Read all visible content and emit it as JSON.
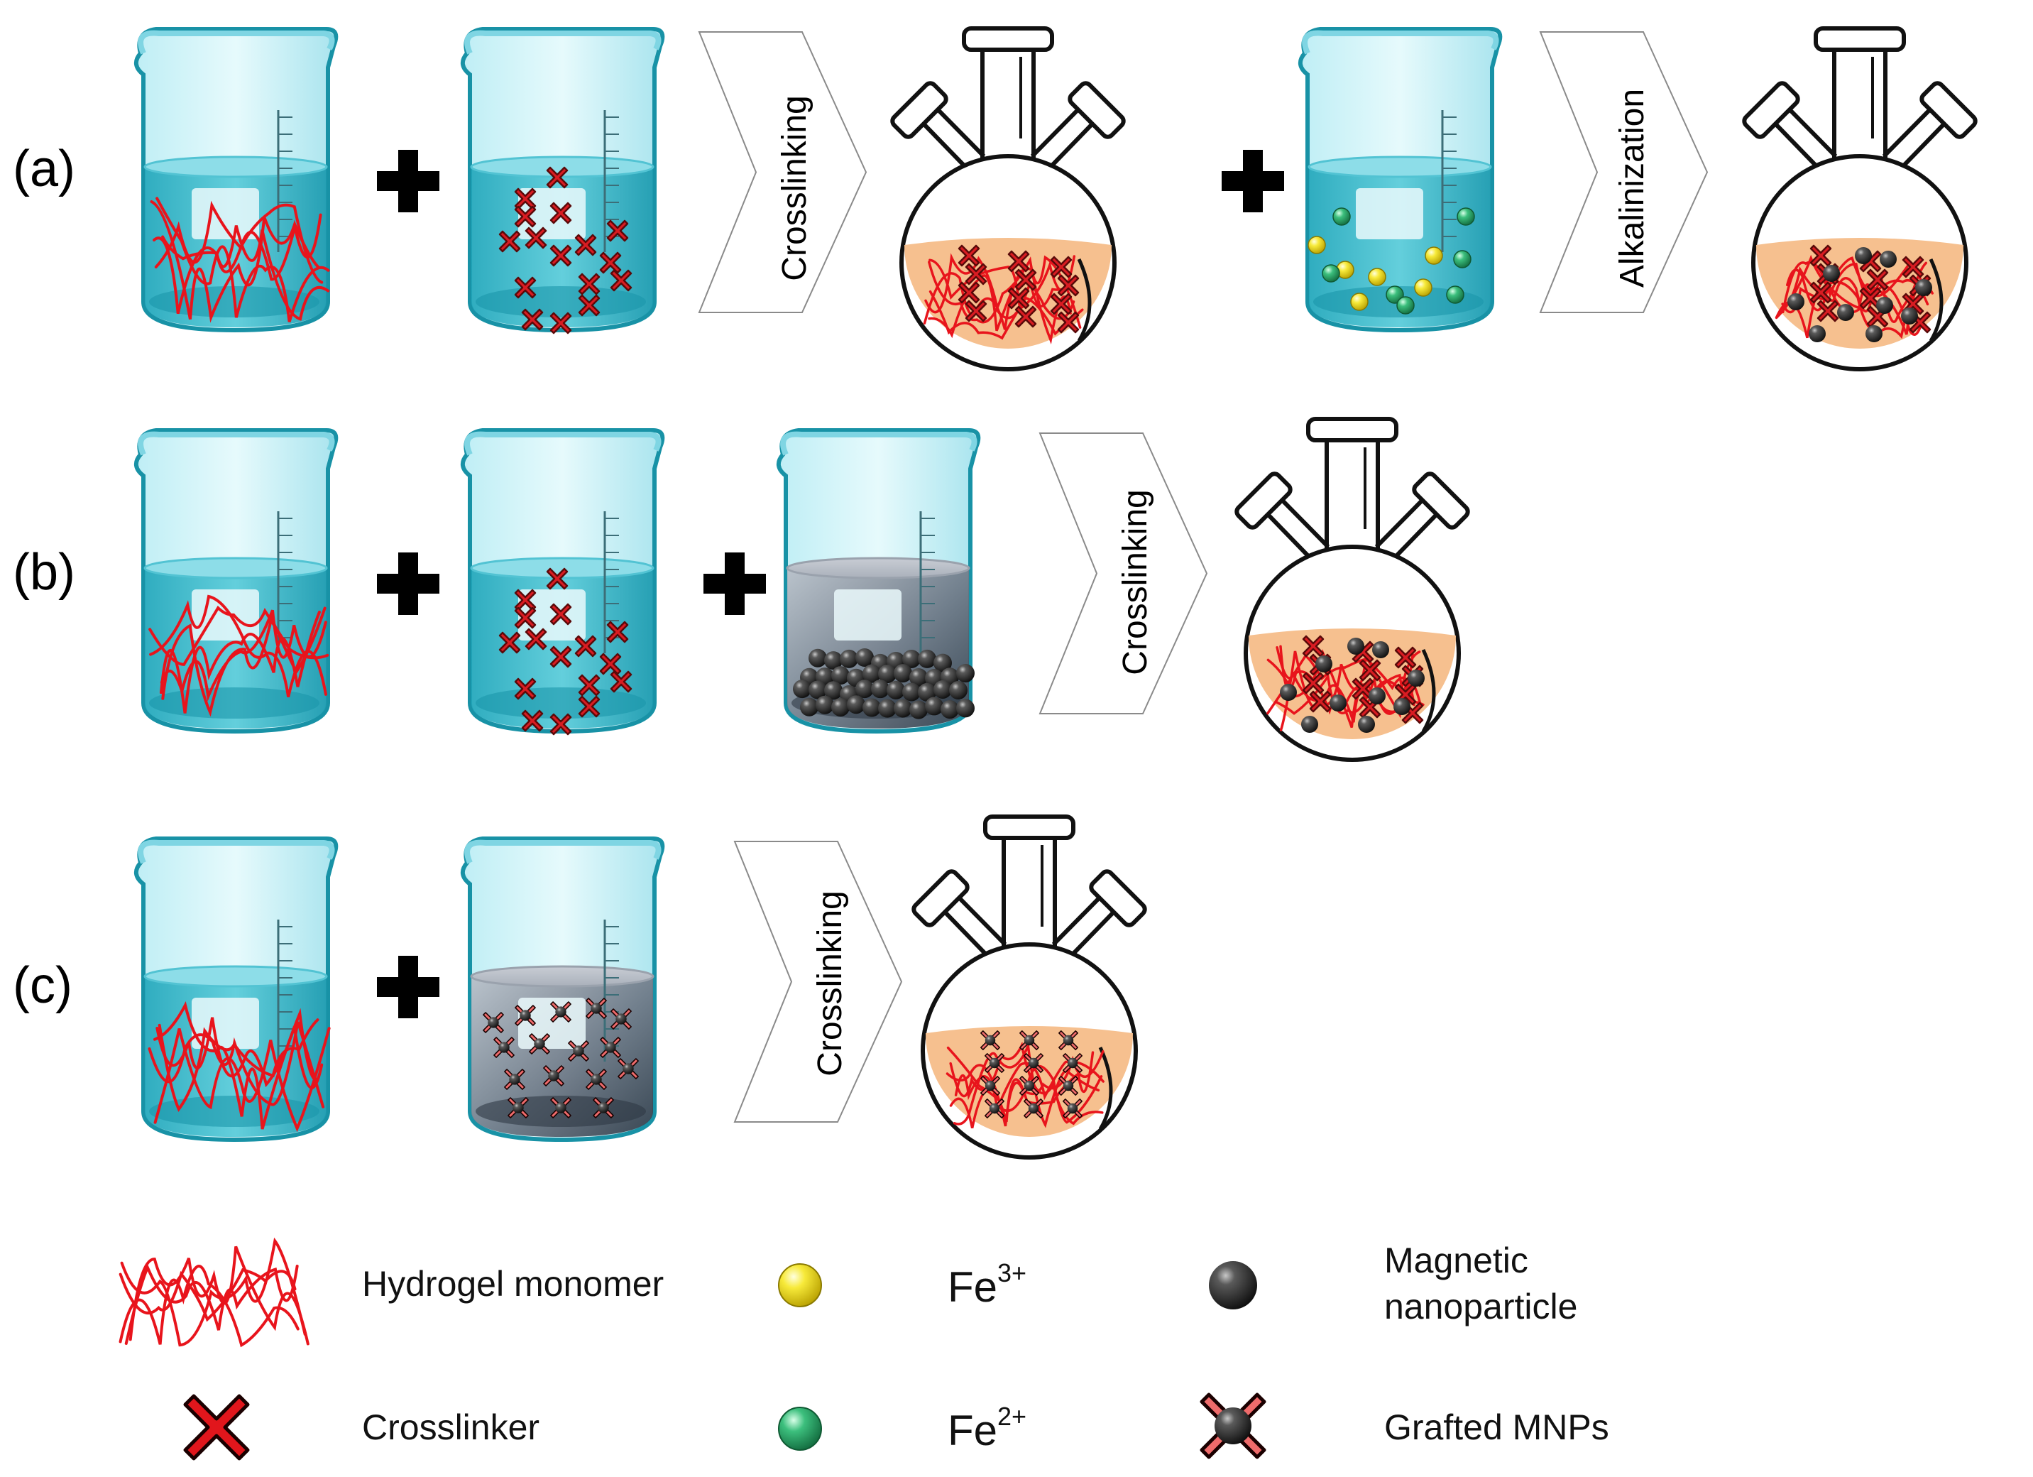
{
  "rows": [
    {
      "label": "(a)",
      "steps": [
        "Crosslinking",
        "Alkalinization"
      ]
    },
    {
      "label": "(b)",
      "steps": [
        "Crosslinking"
      ]
    },
    {
      "label": "(c)",
      "steps": [
        "Crosslinking"
      ]
    }
  ],
  "legend": {
    "hydrogel_monomer": "Hydrogel monomer",
    "crosslinker": "Crosslinker",
    "fe3_base": "Fe",
    "fe3_charge": "3+",
    "fe2_base": "Fe",
    "fe2_charge": "2+",
    "mnp_line1": "Magnetic",
    "mnp_line2": "nanoparticle",
    "grafted": "Grafted MNPs"
  },
  "colors": {
    "water": "#35b7c9",
    "water_dark": "#1f9fb3",
    "grey_solution": "#4a5868",
    "flask_fill": "#f6c08f",
    "polymer": "#e8141c",
    "crosslinker": "#d91c22",
    "fe3": "#f5e42a",
    "fe2": "#2fa56c",
    "mnp": "#2a2a2a"
  }
}
